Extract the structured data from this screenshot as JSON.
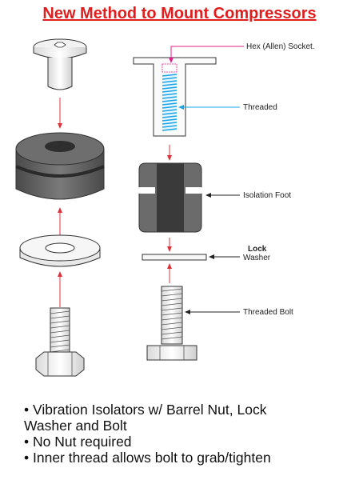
{
  "title": "New Method to Mount Compressors",
  "labels": {
    "hex_socket": "Hex (Allen) Socket.",
    "threaded": "Threaded",
    "isolation_foot": "Isolation Foot",
    "lock": "Lock",
    "washer": "Washer",
    "threaded_bolt": "Threaded Bolt"
  },
  "bullets": [
    {
      "line1": "Vibration Isolators w/ Barrel Nut, Lock",
      "line2": "Washer and Bolt"
    },
    {
      "line1": "No Nut required"
    },
    {
      "line1": "Inner thread allows bolt to grab/tighten"
    }
  ],
  "colors": {
    "title": "#e01e1e",
    "arrow": "#e0303a",
    "hex_pointer": "#e0208a",
    "thread_pointer": "#1aa6e6",
    "part_gray": "#6b6b6b"
  }
}
